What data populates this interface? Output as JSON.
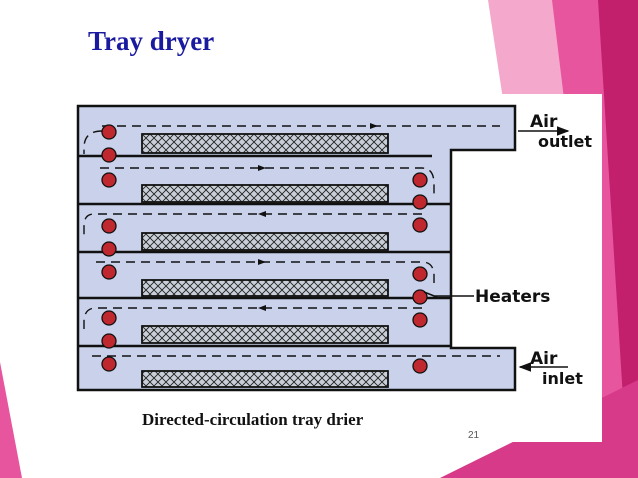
{
  "slide": {
    "title": "Tray dryer",
    "page_number": "21"
  },
  "diagram": {
    "labels": {
      "air_outlet_line1": "Air",
      "air_outlet_line2": "outlet",
      "heaters": "Heaters",
      "air_inlet_line1": "Air",
      "air_inlet_line2": "inlet"
    },
    "caption": "Directed-circulation tray drier"
  },
  "colors": {
    "title": "#1a1aa0",
    "duct_fill": "#c9d2ea",
    "heater": "#c0282f",
    "tray_fill": "#c9cfd8",
    "accent_pink": "#e8559f",
    "accent_magenta": "#c2206d",
    "accent_light_pink": "#f4a8cc"
  }
}
